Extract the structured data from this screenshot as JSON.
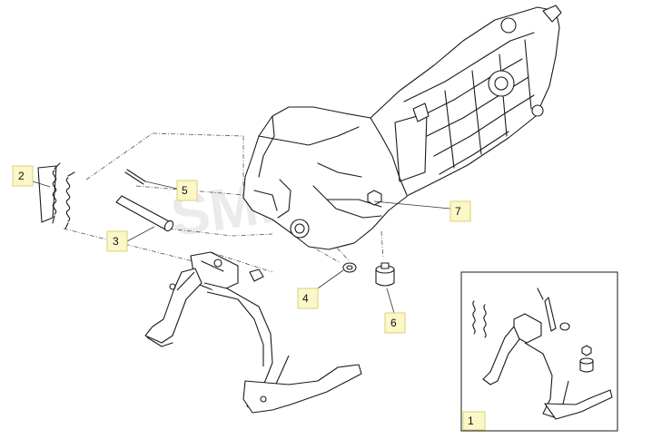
{
  "watermark": {
    "text": "SMDAY",
    "color": "#c8c8c8"
  },
  "callouts": {
    "part_1": "1",
    "part_2": "2",
    "part_3": "3",
    "part_4": "4",
    "part_5": "5",
    "part_6": "6",
    "part_7": "7"
  },
  "colors": {
    "callout_fill": "#fbf7c8",
    "callout_border": "#d9d277",
    "line": "#1a1a1a"
  }
}
